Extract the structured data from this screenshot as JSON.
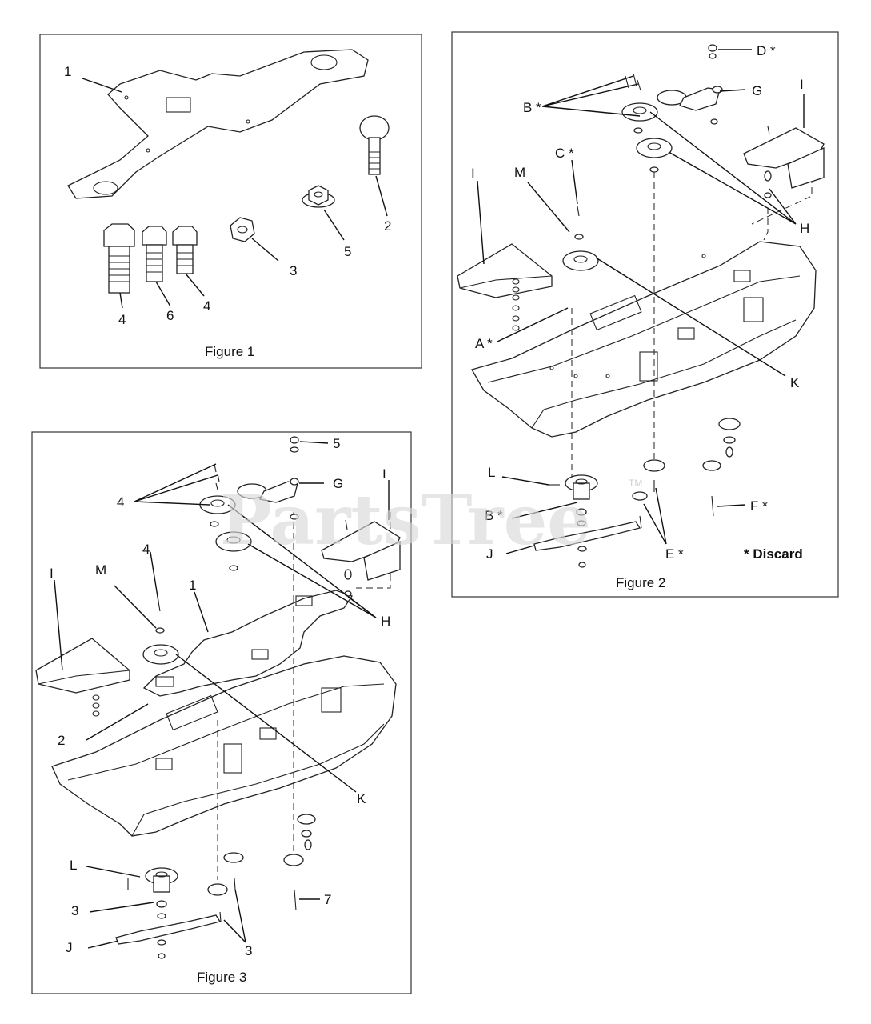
{
  "watermark": {
    "text": "PartsTree",
    "tm": "TM"
  },
  "figure1": {
    "caption": "Figure 1",
    "labels": [
      "1",
      "2",
      "3",
      "5",
      "4",
      "6",
      "4"
    ]
  },
  "figure2": {
    "caption": "Figure 2",
    "note": "* Discard",
    "labels": [
      "D *",
      "G",
      "I",
      "B *",
      "C *",
      "M",
      "I",
      "H",
      "A *",
      "K",
      "L",
      "B *",
      "F *",
      "J",
      "E *"
    ]
  },
  "figure3": {
    "caption": "Figure 3",
    "labels": [
      "5",
      "G",
      "I",
      "4",
      "4",
      "M",
      "1",
      "I",
      "H",
      "2",
      "K",
      "L",
      "3",
      "7",
      "J",
      "3"
    ]
  }
}
